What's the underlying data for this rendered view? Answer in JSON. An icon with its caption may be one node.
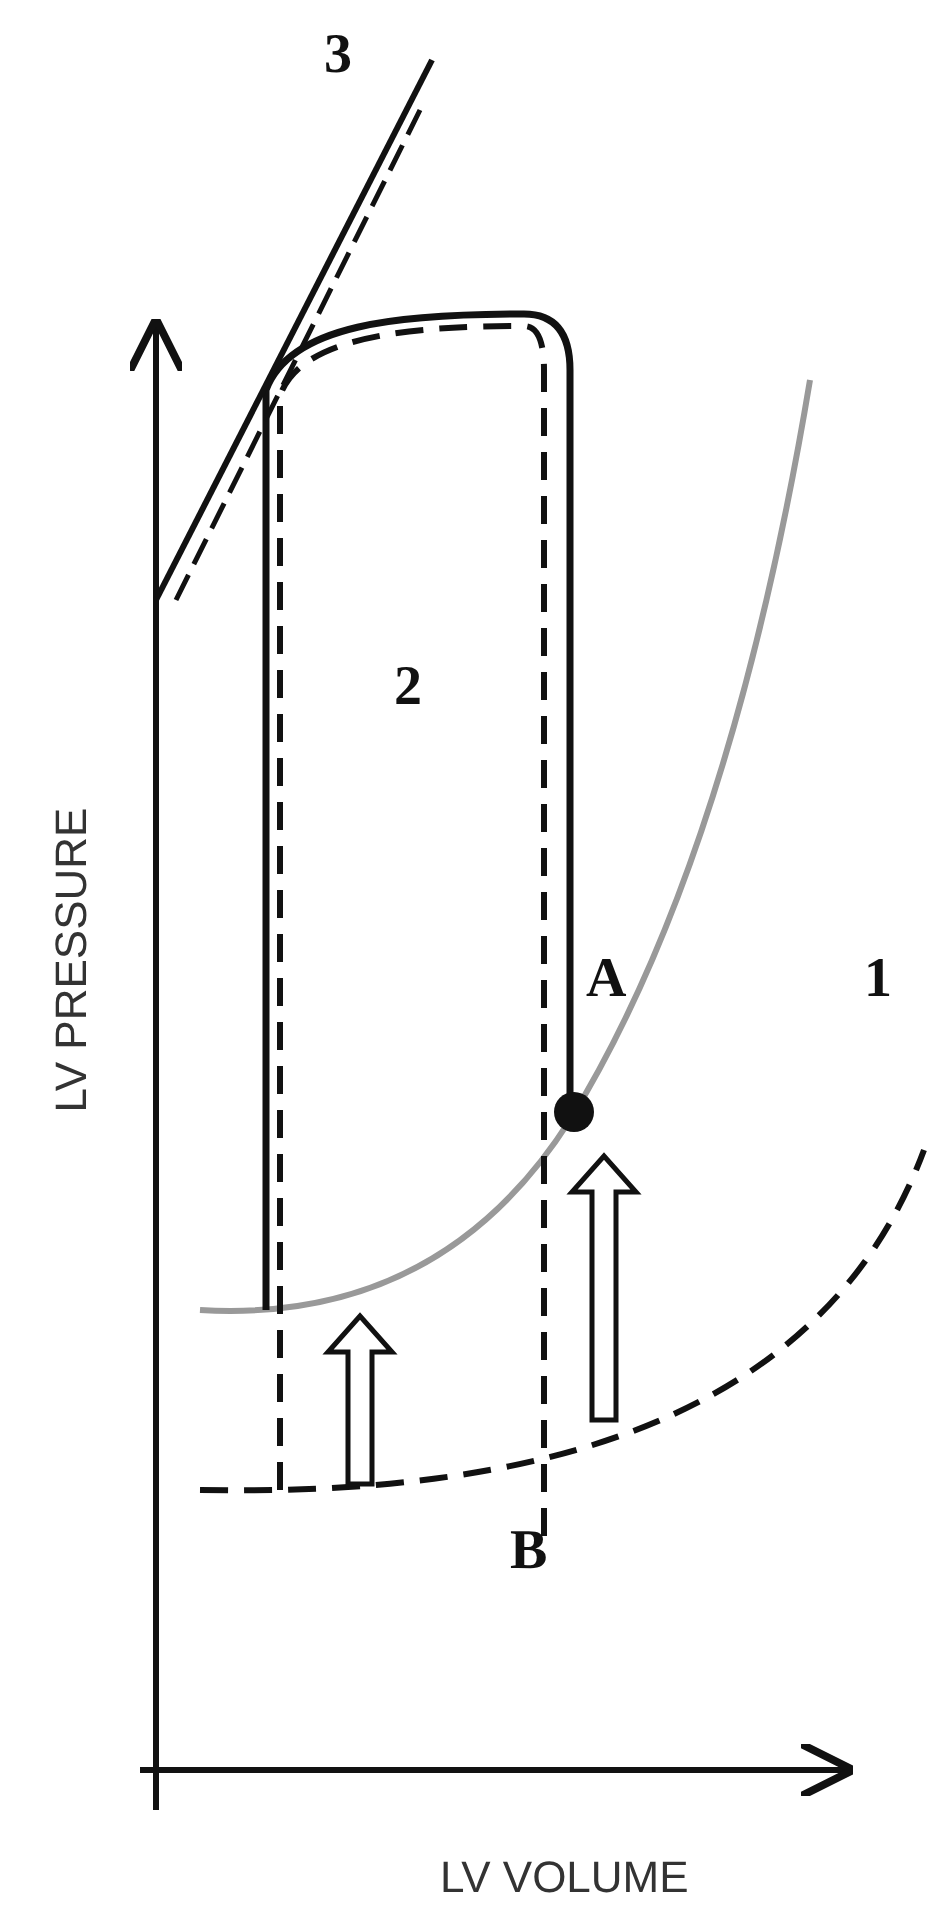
{
  "diagram": {
    "labels": [
      "3",
      "2",
      "A",
      "1",
      "B",
      "LV PRESSURE",
      "LV VOLUME"
    ]
  }
}
